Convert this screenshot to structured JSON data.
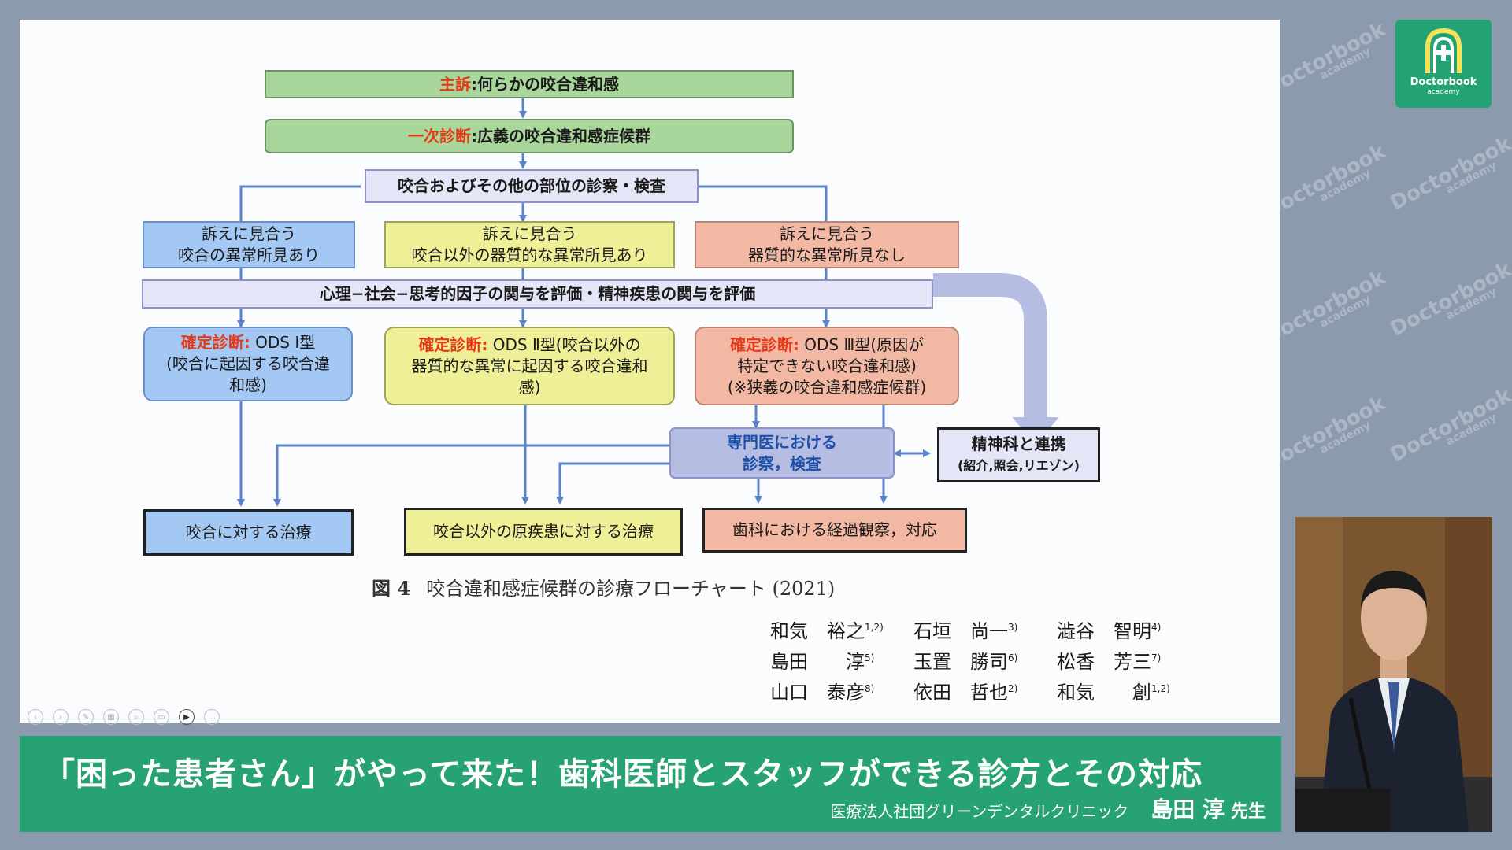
{
  "flowchart": {
    "chief_complaint": {
      "label": "主訴",
      "text": "何らかの咬合違和感"
    },
    "primary_diagnosis": {
      "label": "一次診断",
      "text": "広義の咬合違和感症候群"
    },
    "examination": "咬合およびその他の部位の診察・検査",
    "findings": [
      {
        "line1": "訴えに見合う",
        "line2": "咬合の異常所見あり"
      },
      {
        "line1": "訴えに見合う",
        "line2": "咬合以外の器質的な異常所見あり"
      },
      {
        "line1": "訴えに見合う",
        "line2": "器質的な異常所見なし"
      }
    ],
    "evaluation": "心理−社会−思考的因子の関与を評価・精神疾患の関与を評価",
    "definitive": [
      {
        "label": "確定診断",
        "text1": "ODS Ⅰ型",
        "text2": "(咬合に起因する咬合違",
        "text3": "和感)"
      },
      {
        "label": "確定診断",
        "text1": "ODS Ⅱ型(咬合以外の",
        "text2": "器質的な異常に起因する咬合違和",
        "text3": "感)"
      },
      {
        "label": "確定診断",
        "text1": "ODS Ⅲ型(原因が",
        "text2": "特定できない咬合違和感)",
        "text3": "(※狭義の咬合違和感症候群)"
      }
    ],
    "specialist": {
      "line1": "専門医における",
      "line2": "診察，検査"
    },
    "psychiatry": {
      "line1": "精神科と連携",
      "line2": "(紹介,照会,リエゾン)"
    },
    "treatments": [
      "咬合に対する治療",
      "咬合以外の原疾患に対する治療",
      "歯科における経過観察，対応"
    ]
  },
  "caption": {
    "number": "図 4",
    "text": "咬合違和感症候群の診療フローチャート (2021)"
  },
  "authors": [
    [
      {
        "name": "和気　裕之",
        "sup": "1,2)"
      },
      {
        "name": "石垣　尚一",
        "sup": "3)"
      },
      {
        "name": "澁谷　智明",
        "sup": "4)"
      }
    ],
    [
      {
        "name": "島田　　淳",
        "sup": "5)"
      },
      {
        "name": "玉置　勝司",
        "sup": "6)"
      },
      {
        "name": "松香　芳三",
        "sup": "7)"
      }
    ],
    [
      {
        "name": "山口　泰彦",
        "sup": "8)"
      },
      {
        "name": "依田　哲也",
        "sup": "2)"
      },
      {
        "name": "和気　　創",
        "sup": "1,2)"
      }
    ]
  ],
  "banner": {
    "title": "「困った患者さん」がやって来た！歯科医師とスタッフができる診方とその対応",
    "org": "医療法人社団グリーンデンタルクリニック",
    "speaker": "島田 淳",
    "honorific": "先生"
  },
  "logo": {
    "name": "Doctorbook",
    "sub": "academy"
  },
  "watermark": {
    "name": "Doctorbook",
    "sub": "academy"
  },
  "colors": {
    "brand_green": "#26a273",
    "accent_red": "#e53a18",
    "arrow_blue": "#5b84c8"
  }
}
